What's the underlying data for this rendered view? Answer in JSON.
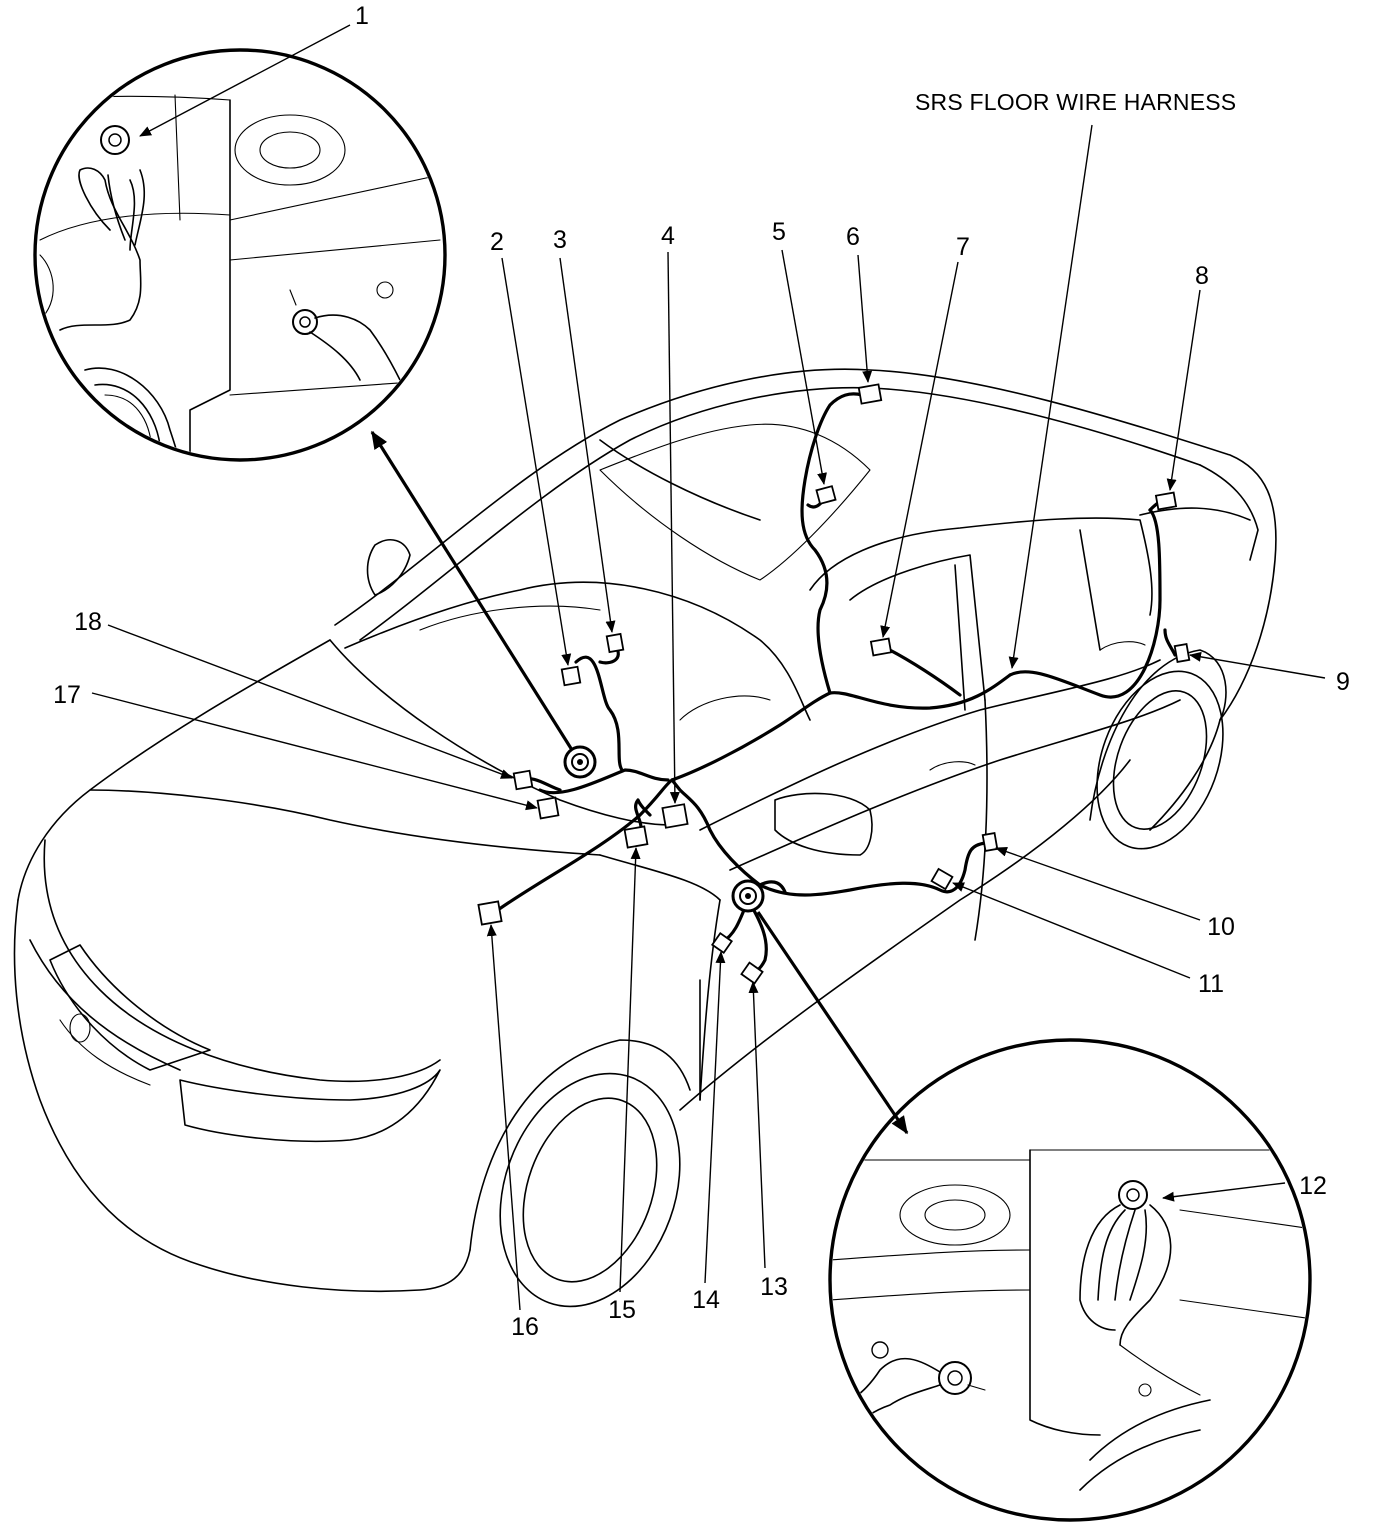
{
  "diagram": {
    "harness_label": "SRS FLOOR WIRE HARNESS",
    "callouts": {
      "c1": "1",
      "c2": "2",
      "c3": "3",
      "c4": "4",
      "c5": "5",
      "c6": "6",
      "c7": "7",
      "c8": "8",
      "c9": "9",
      "c10": "10",
      "c11": "11",
      "c12": "12",
      "c13": "13",
      "c14": "14",
      "c15": "15",
      "c16": "16",
      "c17": "17",
      "c18": "18"
    }
  }
}
